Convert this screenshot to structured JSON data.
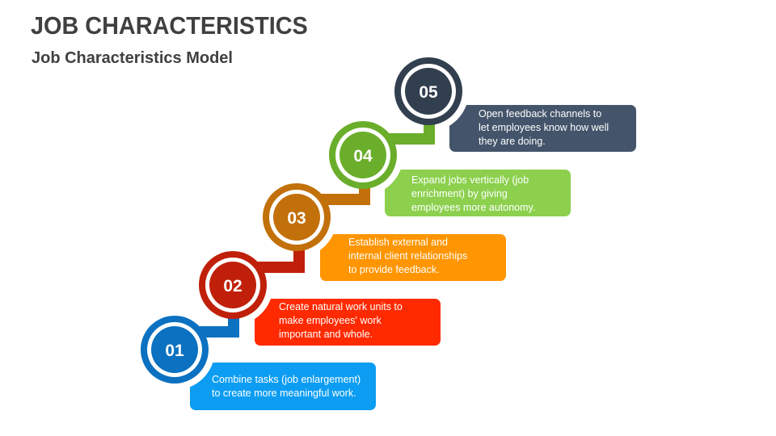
{
  "header": {
    "title": "JOB CHARACTERISTICS",
    "subtitle": "Job Characteristics Model"
  },
  "steps": [
    {
      "number": "01",
      "color": "#0B71C0",
      "box_color": "#0C9DF2",
      "lines": [
        "Combine tasks (job enlargement)",
        "to create more meaningful work."
      ]
    },
    {
      "number": "02",
      "color": "#C0200A",
      "box_color": "#FF2A00",
      "lines": [
        "Create natural work units to",
        "make employees' work",
        "important and whole."
      ]
    },
    {
      "number": "03",
      "color": "#C27009",
      "box_color": "#FF9500",
      "lines": [
        "Establish external and",
        "internal client relationships",
        "to provide feedback."
      ]
    },
    {
      "number": "04",
      "color": "#6AAE2B",
      "box_color": "#8CD04E",
      "lines": [
        "Expand jobs vertically (job",
        "enrichment) by giving",
        "employees more autonomy."
      ]
    },
    {
      "number": "05",
      "color": "#323F4F",
      "box_color": "#44546A",
      "lines": [
        "Open feedback channels to",
        "let employees know how well",
        "they are doing."
      ]
    }
  ]
}
